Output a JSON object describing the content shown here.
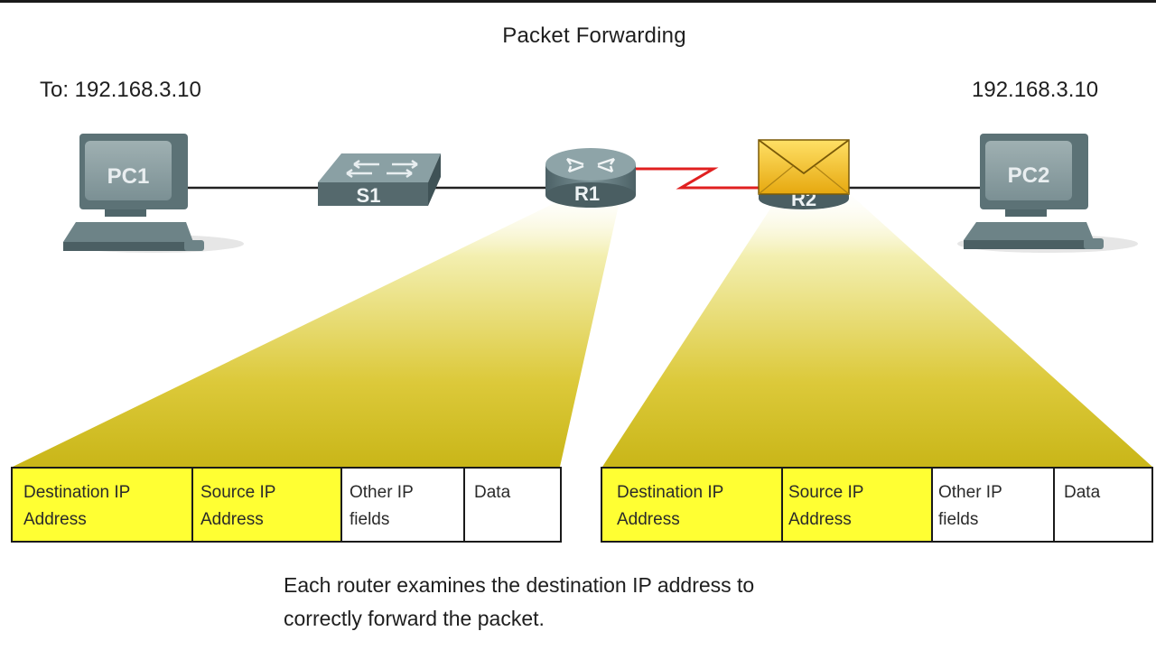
{
  "title": "Packet Forwarding",
  "address_to": "To: 192.168.3.10",
  "address_pc2": "192.168.3.10",
  "devices": {
    "pc1": "PC1",
    "s1": "S1",
    "r1": "R1",
    "r2": "R2",
    "pc2": "PC2"
  },
  "packet_left": [
    {
      "line1": "Destination IP",
      "line2": "Address",
      "highlight": true
    },
    {
      "line1": "Source IP",
      "line2": "Address",
      "highlight": true
    },
    {
      "line1": "Other IP",
      "line2": "fields",
      "highlight": false
    },
    {
      "line1": "Data",
      "line2": "",
      "highlight": false
    }
  ],
  "packet_right": [
    {
      "line1": "Destination IP",
      "line2": "Address",
      "highlight": true
    },
    {
      "line1": "Source IP",
      "line2": "Address",
      "highlight": true
    },
    {
      "line1": "Other IP",
      "line2": "fields",
      "highlight": false
    },
    {
      "line1": "Data",
      "line2": "",
      "highlight": false
    }
  ],
  "caption": {
    "line1": "Each router examines the destination IP address to",
    "line2": "correctly forward the packet."
  },
  "colors": {
    "highlight": "#ffff33",
    "beam": "#c9b820",
    "serial_link": "#e02020",
    "device": "#6f8a8e",
    "envelope": "#f2c21a"
  }
}
